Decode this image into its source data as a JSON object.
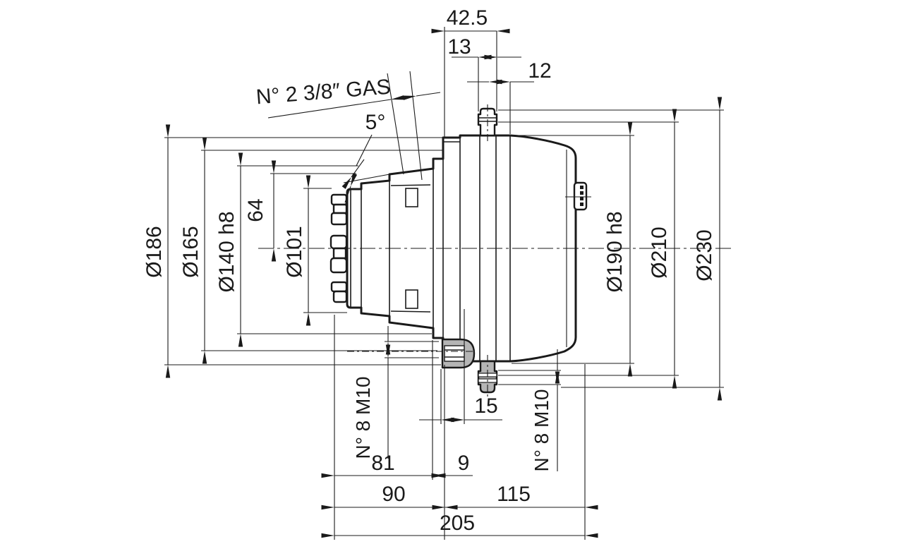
{
  "colors": {
    "line": "#1a1a1a",
    "bolt_fill": "#b5b5b5",
    "background": "#ffffff"
  },
  "annotations": {
    "gas_ports": "N° 2 3/8″ GAS",
    "taper_angle": "5°",
    "top_widths": {
      "overall": "42.5",
      "first": "13",
      "second": "12"
    },
    "left_diameters": {
      "d186": "Ø186",
      "d165": "Ø165",
      "d140": "Ø140 h8",
      "len64": "64",
      "d101": "Ø101"
    },
    "right_diameters": {
      "d190": "Ø190 h8",
      "d210": "Ø210",
      "d230": "Ø230"
    },
    "bolt_specs": {
      "left": "N° 8 M10",
      "right": "N° 8 M10"
    },
    "bottom_lengths": {
      "l15": "15",
      "l81": "81",
      "l9": "9",
      "l90": "90",
      "l115": "115",
      "l205": "205"
    }
  }
}
